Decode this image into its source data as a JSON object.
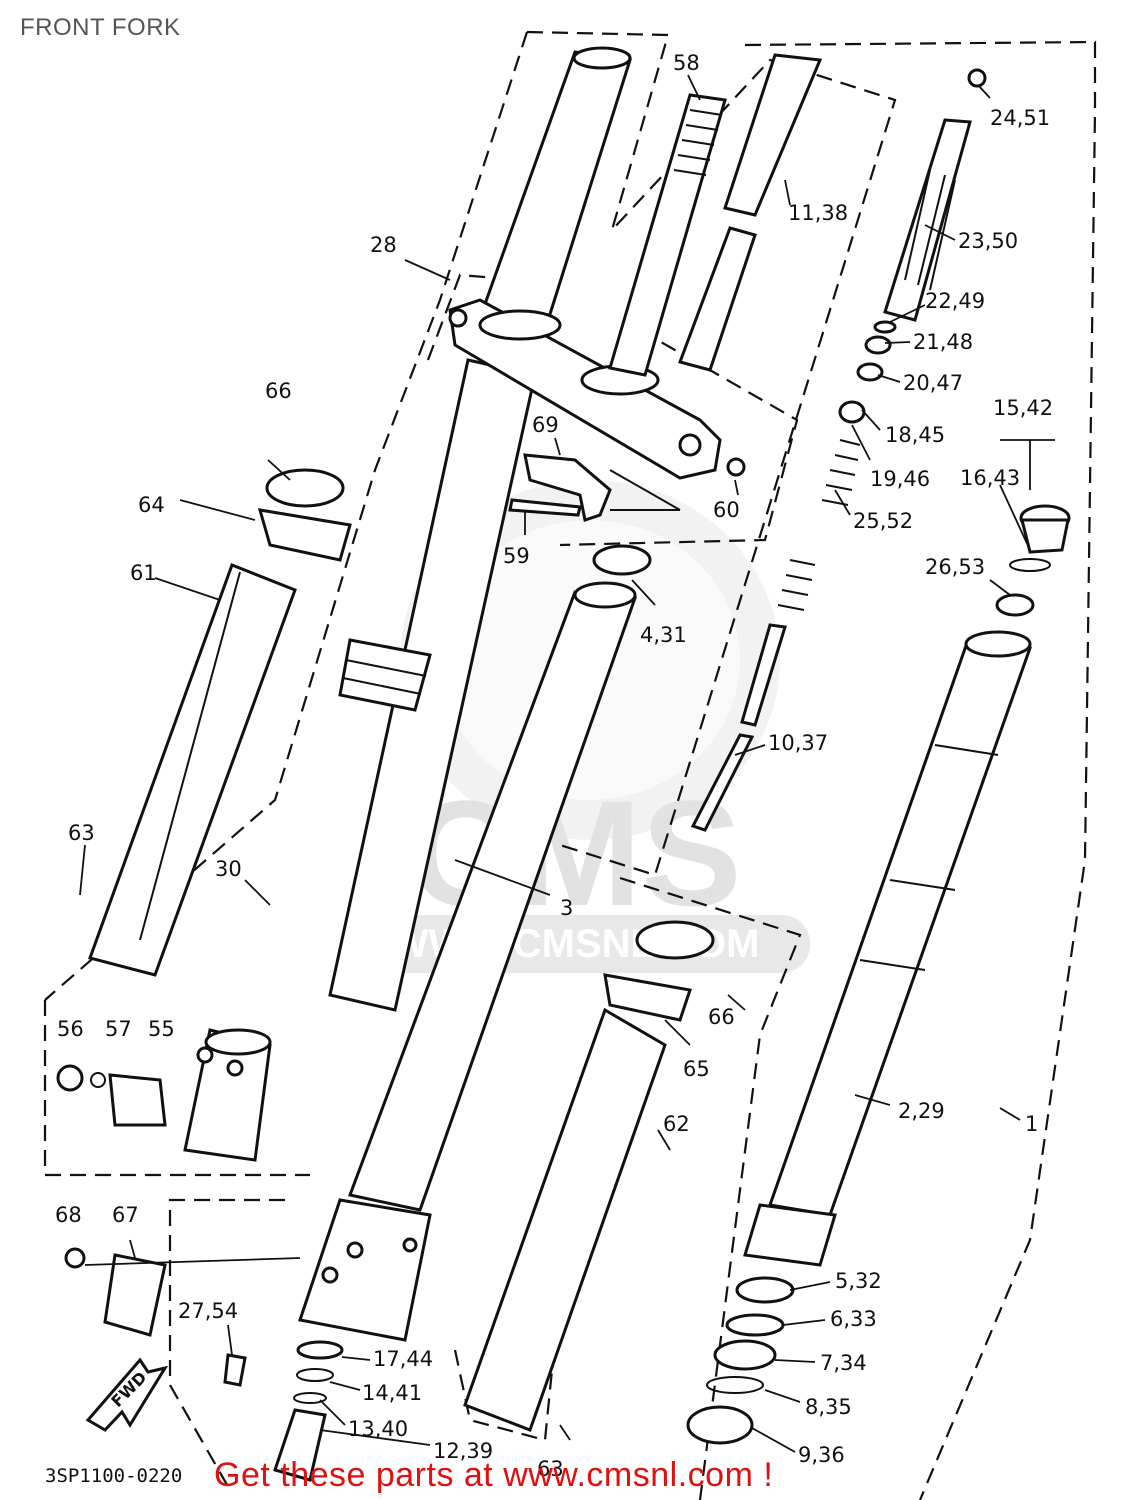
{
  "page": {
    "title": "FRONT FORK",
    "diagram_code": "3SP1100-0220",
    "footer_text": "Get these parts at www.cmsnl.com !",
    "watermark_text": "CMS",
    "watermark_url": "WWW.CMSNL.COM"
  },
  "colors": {
    "footer": "#e01010",
    "line": "#111111",
    "watermark": "#e8e8e8"
  },
  "callouts": [
    {
      "id": "58",
      "label": "58"
    },
    {
      "id": "24_51",
      "label": "24,51"
    },
    {
      "id": "11_38",
      "label": "11,38"
    },
    {
      "id": "23_50",
      "label": "23,50"
    },
    {
      "id": "28",
      "label": "28"
    },
    {
      "id": "22_49",
      "label": "22,49"
    },
    {
      "id": "21_48",
      "label": "21,48"
    },
    {
      "id": "20_47",
      "label": "20,47"
    },
    {
      "id": "66a",
      "label": "66"
    },
    {
      "id": "69",
      "label": "69"
    },
    {
      "id": "18_45",
      "label": "18,45"
    },
    {
      "id": "15_42",
      "label": "15,42"
    },
    {
      "id": "19_46",
      "label": "19,46"
    },
    {
      "id": "16_43",
      "label": "16,43"
    },
    {
      "id": "64",
      "label": "64"
    },
    {
      "id": "60",
      "label": "60"
    },
    {
      "id": "25_52",
      "label": "25,52"
    },
    {
      "id": "59",
      "label": "59"
    },
    {
      "id": "61",
      "label": "61"
    },
    {
      "id": "26_53",
      "label": "26,53"
    },
    {
      "id": "4_31",
      "label": "4,31"
    },
    {
      "id": "10_37",
      "label": "10,37"
    },
    {
      "id": "63a",
      "label": "63"
    },
    {
      "id": "30",
      "label": "30"
    },
    {
      "id": "3",
      "label": "3"
    },
    {
      "id": "66b",
      "label": "66"
    },
    {
      "id": "56",
      "label": "56"
    },
    {
      "id": "57",
      "label": "57"
    },
    {
      "id": "55",
      "label": "55"
    },
    {
      "id": "65",
      "label": "65"
    },
    {
      "id": "62",
      "label": "62"
    },
    {
      "id": "2_29",
      "label": "2,29"
    },
    {
      "id": "1",
      "label": "1"
    },
    {
      "id": "68",
      "label": "68"
    },
    {
      "id": "67",
      "label": "67"
    },
    {
      "id": "5_32",
      "label": "5,32"
    },
    {
      "id": "27_54",
      "label": "27,54"
    },
    {
      "id": "6_33",
      "label": "6,33"
    },
    {
      "id": "17_44",
      "label": "17,44"
    },
    {
      "id": "7_34",
      "label": "7,34"
    },
    {
      "id": "14_41",
      "label": "14,41"
    },
    {
      "id": "8_35",
      "label": "8,35"
    },
    {
      "id": "13_40",
      "label": "13,40"
    },
    {
      "id": "12_39",
      "label": "12,39"
    },
    {
      "id": "9_36",
      "label": "9,36"
    },
    {
      "id": "63b",
      "label": "63"
    }
  ],
  "fwd_arrow_label": "FWD"
}
